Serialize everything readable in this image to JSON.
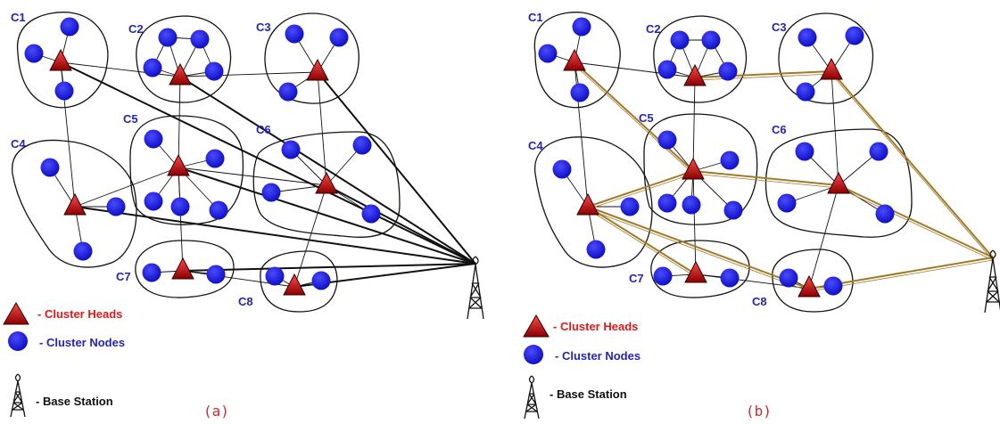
{
  "panels": [
    {
      "id": "a",
      "caption": "(a)",
      "clusters": [
        {
          "name": "C1",
          "label": "C1"
        },
        {
          "name": "C2",
          "label": "C2"
        },
        {
          "name": "C3",
          "label": "C3"
        },
        {
          "name": "C4",
          "label": "C4"
        },
        {
          "name": "C5",
          "label": "C5"
        },
        {
          "name": "C6",
          "label": "C6"
        },
        {
          "name": "C7",
          "label": "C7"
        },
        {
          "name": "C8",
          "label": "C8"
        }
      ],
      "routing": "direct"
    },
    {
      "id": "b",
      "caption": "(b)",
      "clusters": [
        {
          "name": "C1",
          "label": "C1"
        },
        {
          "name": "C2",
          "label": "C2"
        },
        {
          "name": "C3",
          "label": "C3"
        },
        {
          "name": "C4",
          "label": "C4"
        },
        {
          "name": "C5",
          "label": "C5"
        },
        {
          "name": "C6",
          "label": "C6"
        },
        {
          "name": "C7",
          "label": "C7"
        },
        {
          "name": "C8",
          "label": "C8"
        }
      ],
      "routing": "multi-hop"
    }
  ],
  "legend": {
    "cluster_heads": "- Cluster Heads",
    "cluster_nodes": "- Cluster Nodes",
    "base_station": "- Base Station"
  },
  "colors": {
    "head_fill": "#b01010",
    "node_fill": "#1a1ae6",
    "label": "#2424b8",
    "direct_link": "#111111",
    "route_link": "#a07a28",
    "legend_heads": "#e01818"
  }
}
